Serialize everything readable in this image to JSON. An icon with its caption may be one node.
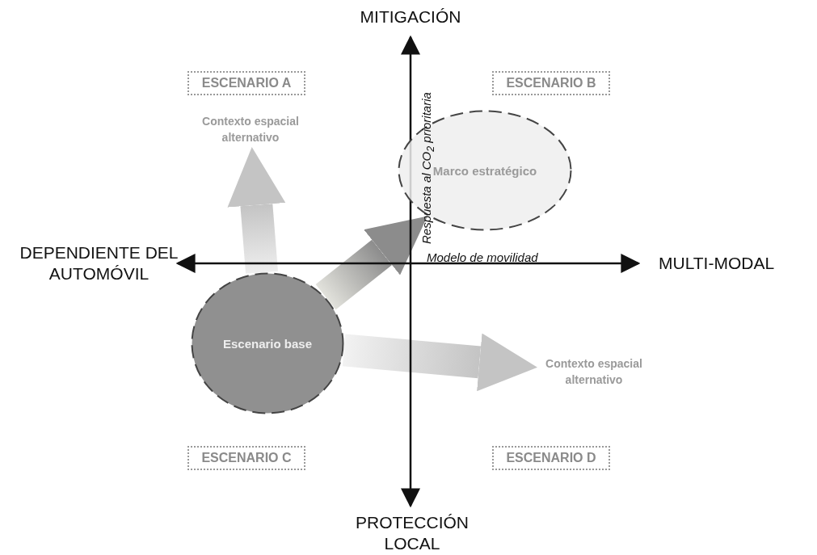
{
  "diagram": {
    "nodes": [
      {
        "text": [
          "ESCENARIO A"
        ]
      },
      {
        "text": [
          "Contexto espacial alternativo"
        ]
      },
      {
        "text": [
          "ESCENARIO B"
        ]
      },
      {
        "text": [
          "Marco estratégico"
        ]
      },
      {
        "text": [
          "Escenario base"
        ]
      },
      {
        "text": [
          "Contexto espacial alternativo"
        ]
      },
      {
        "text": [
          "ESCENARIO C"
        ]
      },
      {
        "text": [
          "ESCENARIO D"
        ]
      }
    ],
    "edges": [
      {
        "from": 4,
        "to": 1,
        "arrow": "to",
        "style": "thick"
      },
      {
        "from": 4,
        "to": 3,
        "arrow": "to",
        "style": "thick"
      },
      {
        "from": 4,
        "to": 5,
        "arrow": "to",
        "style": "thick"
      }
    ],
    "labels": [
      "MITIGACIÓN",
      "DEPENDIENTE DEL AUTOMÓVIL",
      "Respuesta al CO$_{2}$ prioritaria",
      "Modelo de movilidad",
      "MULTI-MODAL",
      "PROTECCIÓN LOCAL"
    ]
  }
}
